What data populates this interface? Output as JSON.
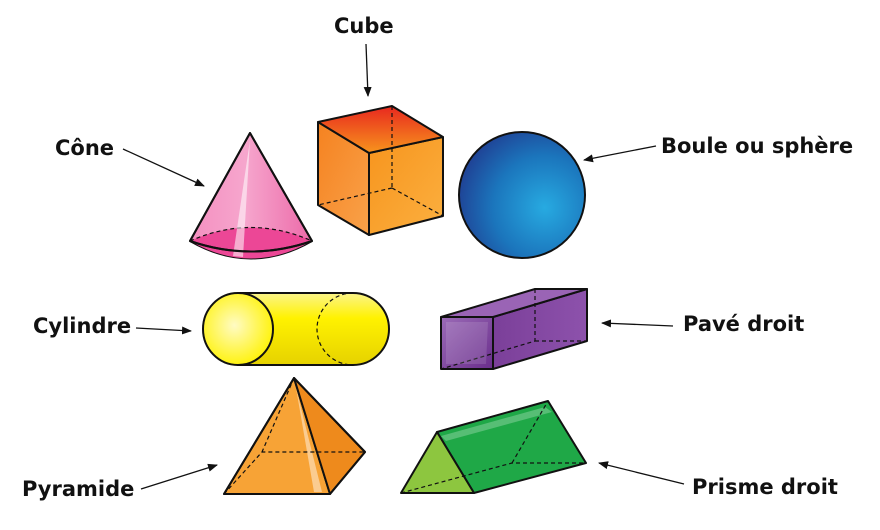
{
  "labels": {
    "cube": "Cube",
    "cone": "Cône",
    "sphere": "Boule ou sphère",
    "cylinder": "Cylindre",
    "cuboid": "Pavé droit",
    "pyramid": "Pyramide",
    "prism": "Prisme droit"
  },
  "colors": {
    "cube": "#f7941d",
    "cone": "#ee4b9a",
    "sphere": "#1b75bc",
    "cylinder": "#fff200",
    "cuboid": "#7b3f99",
    "pyramid": "#f7a336",
    "prism": "#39b54a"
  }
}
